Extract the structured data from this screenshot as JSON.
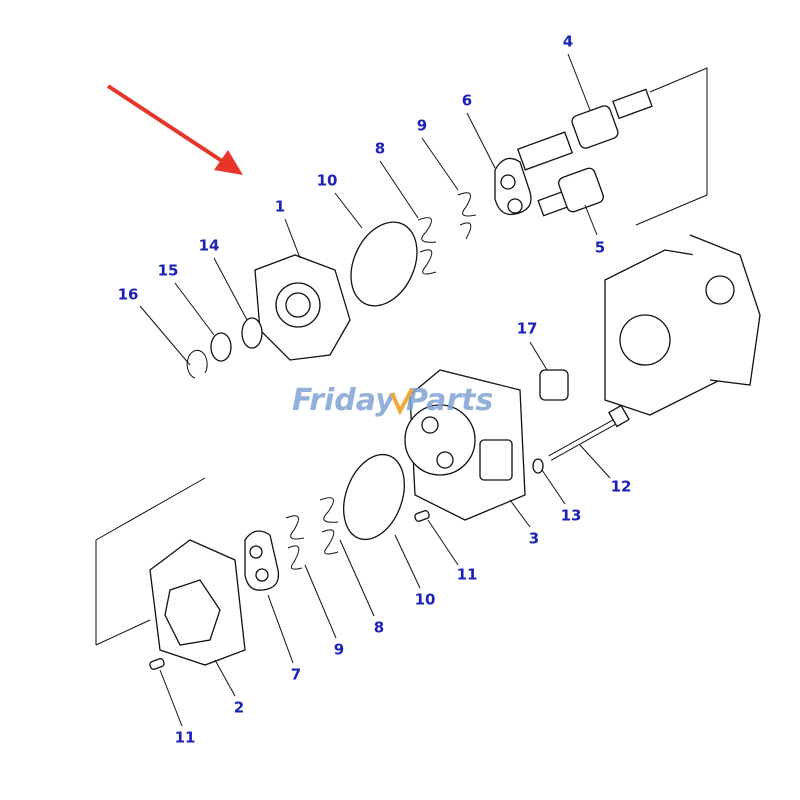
{
  "diagram": {
    "callouts": {
      "c1": "1",
      "c2": "2",
      "c3": "3",
      "c4": "4",
      "c5": "5",
      "c6": "6",
      "c7": "7",
      "c8a": "8",
      "c8b": "8",
      "c9a": "9",
      "c9b": "9",
      "c10a": "10",
      "c10b": "10",
      "c11a": "11",
      "c11b": "11",
      "c12": "12",
      "c13": "13",
      "c14": "14",
      "c15": "15",
      "c16": "16",
      "c17": "17"
    },
    "callout_color": "#1c22b8",
    "arrow_color": "#e8352a"
  },
  "watermark": {
    "brand_left": "Friday",
    "brand_right": "Parts",
    "colors": {
      "text": "#7fa3d4",
      "accent": "#f0a838"
    }
  }
}
